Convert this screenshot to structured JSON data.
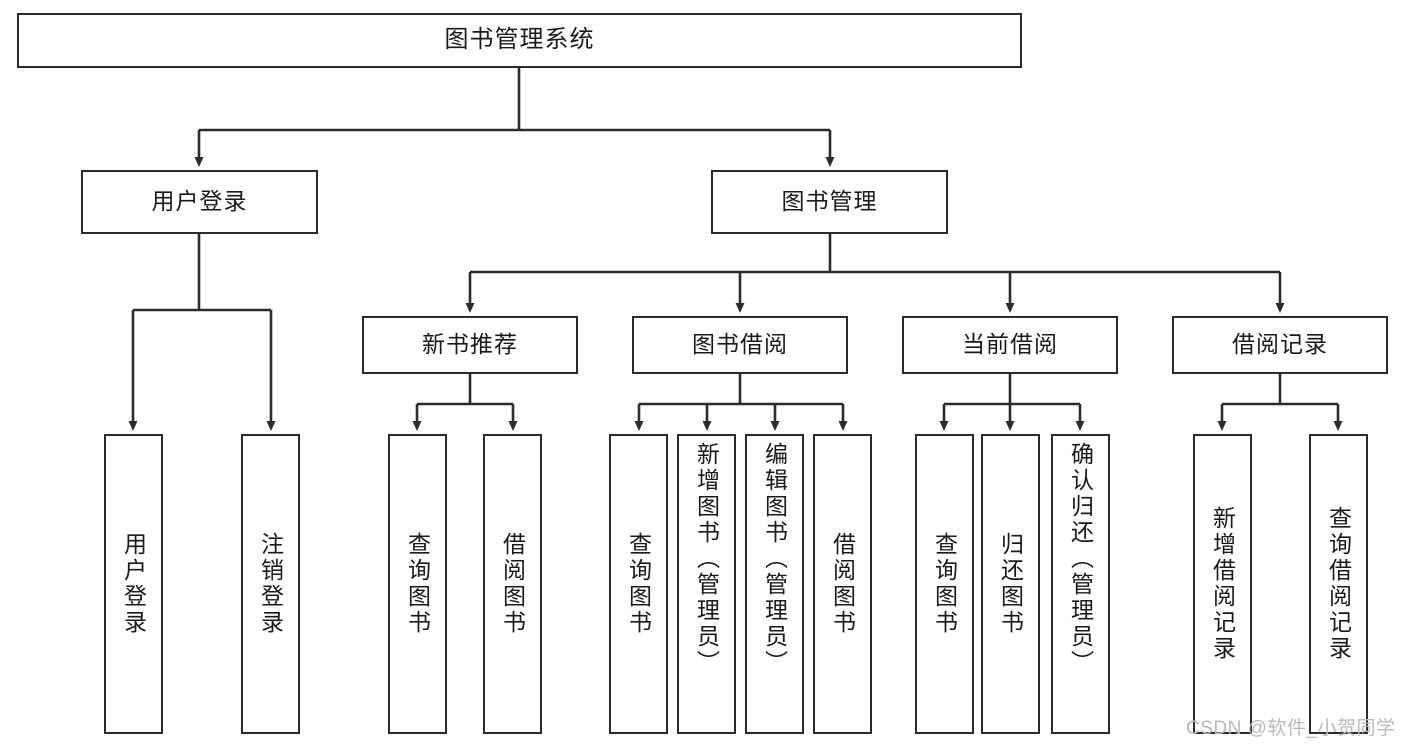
{
  "diagram": {
    "title": "图书管理系统",
    "type": "hierarchy-tree",
    "colors": {
      "box_border": "#2b2b2b",
      "box_fill": "#ffffff",
      "connector": "#2b2b2b",
      "text": "#1a1a1a",
      "watermark": "#b9b9b9",
      "background": "#ffffff"
    },
    "levels": [
      {
        "level": 1,
        "nodes": [
          {
            "id": "root",
            "label": "图书管理系统"
          }
        ]
      },
      {
        "level": 2,
        "nodes": [
          {
            "id": "user-login",
            "label": "用户登录"
          },
          {
            "id": "book-management",
            "label": "图书管理"
          }
        ]
      },
      {
        "level": 3,
        "nodes": [
          {
            "id": "new-book-recommend",
            "label": "新书推荐"
          },
          {
            "id": "book-borrow",
            "label": "图书借阅"
          },
          {
            "id": "current-borrow",
            "label": "当前借阅"
          },
          {
            "id": "borrow-record",
            "label": "借阅记录"
          }
        ]
      },
      {
        "level": 4,
        "nodes": [
          {
            "id": "leaf-user-login",
            "label": "用户登录"
          },
          {
            "id": "leaf-logout",
            "label": "注销登录"
          },
          {
            "id": "leaf-query-book-1",
            "label": "查询图书"
          },
          {
            "id": "leaf-borrow-book-1",
            "label": "借阅图书"
          },
          {
            "id": "leaf-query-book-2",
            "label": "查询图书"
          },
          {
            "id": "leaf-add-book",
            "label": "新增图书（管理员）"
          },
          {
            "id": "leaf-edit-book",
            "label": "编辑图书（管理员）"
          },
          {
            "id": "leaf-borrow-book-2",
            "label": "借阅图书"
          },
          {
            "id": "leaf-query-book-3",
            "label": "查询图书"
          },
          {
            "id": "leaf-return-book",
            "label": "归还图书"
          },
          {
            "id": "leaf-confirm-return",
            "label": "确认归还（管理员）"
          },
          {
            "id": "leaf-add-record",
            "label": "新增借阅记录"
          },
          {
            "id": "leaf-query-record",
            "label": "查询借阅记录"
          }
        ]
      }
    ],
    "edges": [
      {
        "from": "root",
        "to": "user-login"
      },
      {
        "from": "root",
        "to": "book-management"
      },
      {
        "from": "user-login",
        "to": "leaf-user-login"
      },
      {
        "from": "user-login",
        "to": "leaf-logout"
      },
      {
        "from": "book-management",
        "to": "new-book-recommend"
      },
      {
        "from": "book-management",
        "to": "book-borrow"
      },
      {
        "from": "book-management",
        "to": "current-borrow"
      },
      {
        "from": "book-management",
        "to": "borrow-record"
      },
      {
        "from": "new-book-recommend",
        "to": "leaf-query-book-1"
      },
      {
        "from": "new-book-recommend",
        "to": "leaf-borrow-book-1"
      },
      {
        "from": "book-borrow",
        "to": "leaf-query-book-2"
      },
      {
        "from": "book-borrow",
        "to": "leaf-add-book"
      },
      {
        "from": "book-borrow",
        "to": "leaf-edit-book"
      },
      {
        "from": "book-borrow",
        "to": "leaf-borrow-book-2"
      },
      {
        "from": "current-borrow",
        "to": "leaf-query-book-3"
      },
      {
        "from": "current-borrow",
        "to": "leaf-return-book"
      },
      {
        "from": "current-borrow",
        "to": "leaf-confirm-return"
      },
      {
        "from": "borrow-record",
        "to": "leaf-add-record"
      },
      {
        "from": "borrow-record",
        "to": "leaf-query-record"
      }
    ]
  },
  "watermark": {
    "text": "CSDN @软件_小贺同学"
  }
}
